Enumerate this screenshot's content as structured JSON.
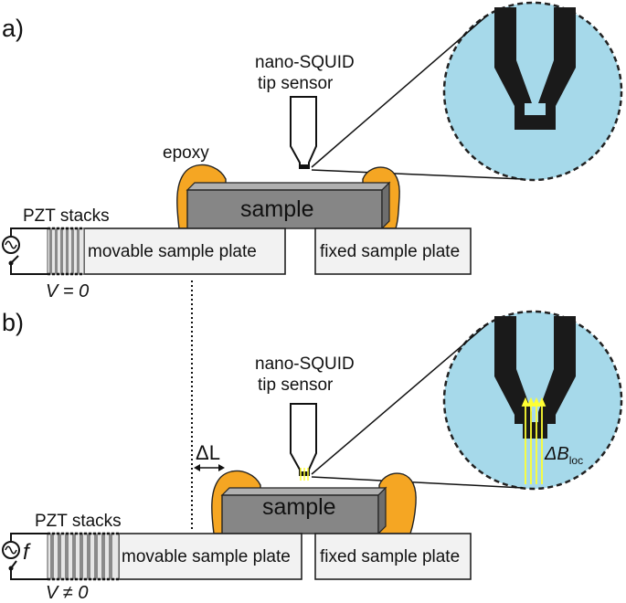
{
  "panel_a": {
    "label": "a)",
    "tip_label_line1": "nano-SQUID",
    "tip_label_line2": "tip sensor",
    "epoxy_label": "epoxy",
    "sample_label": "sample",
    "pzt_label": "PZT stacks",
    "movable_plate_label": "movable sample plate",
    "fixed_plate_label": "fixed sample plate",
    "voltage_label": "V = 0"
  },
  "panel_b": {
    "label": "b)",
    "tip_label_line1": "nano-SQUID",
    "tip_label_line2": "tip sensor",
    "sample_label": "sample",
    "pzt_label": "PZT stacks",
    "movable_plate_label": "movable sample plate",
    "fixed_plate_label": "fixed sample plate",
    "voltage_label": "V ≠ 0",
    "frequency_label": "f",
    "displacement_label": "ΔL",
    "field_label": "ΔB",
    "field_subscript": "loc"
  },
  "colors": {
    "epoxy": "#f5a623",
    "sample_top": "#9b9b9b",
    "sample_body": "#858585",
    "zoom_background": "#a6d9ea",
    "field_lines": "#ffff33",
    "plate_fill": "#f2f2f2"
  }
}
